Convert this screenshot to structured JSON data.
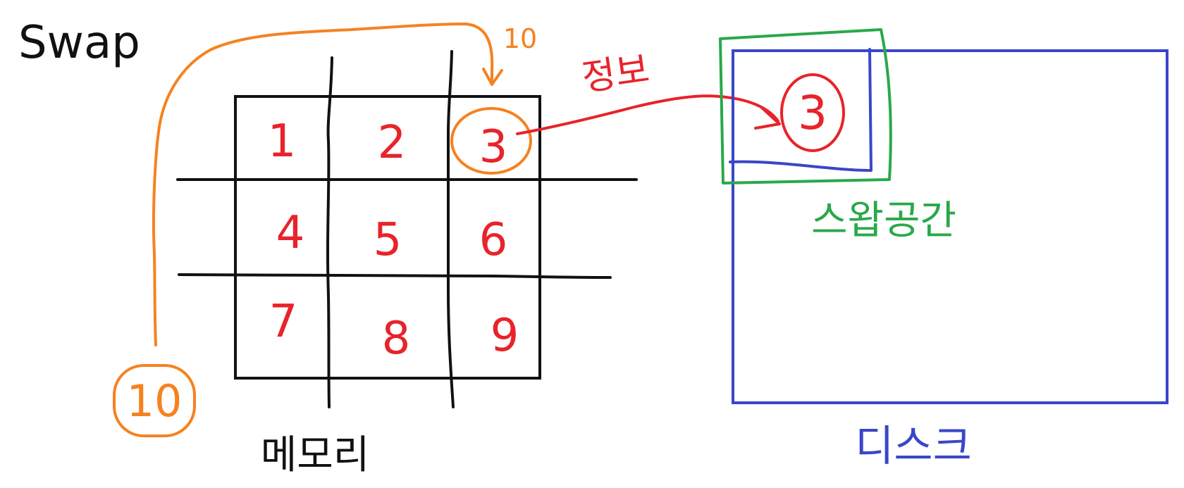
{
  "title": "Swap",
  "memory_label": "메모리",
  "disk_label": "디스크",
  "swap_space_label": "스왑공간",
  "arrow_out_label": "정보",
  "arrow_in_label": "10",
  "memory_cells": [
    "1",
    "2",
    "3",
    "4",
    "5",
    "6",
    "7",
    "8",
    "9"
  ],
  "incoming_item": "10",
  "swapped_item": "3",
  "colors": {
    "ink": "#111111",
    "red": "#e8232a",
    "orange": "#f58220",
    "green": "#2aa84a",
    "blue": "#3a46c8"
  }
}
